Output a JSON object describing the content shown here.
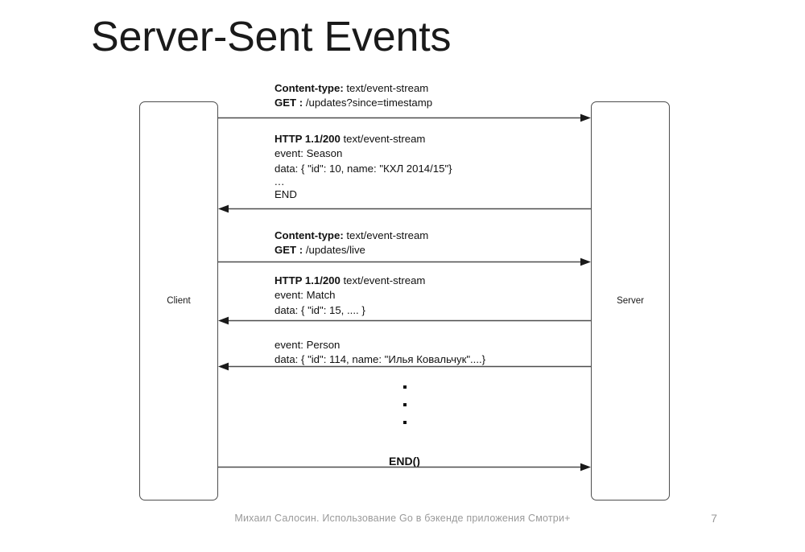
{
  "slide": {
    "title": "Server-Sent Events",
    "page_number": "7",
    "footer": "Михаил Салосин.  Использование Go в бэкенде приложения  Смотри+",
    "colors": {
      "background": "#ffffff",
      "line": "#4d4d4d",
      "text": "#111111",
      "footer_text": "#9a9a9a",
      "title_text": "#1a1a1a"
    }
  },
  "diagram": {
    "type": "sequence-diagram",
    "participants": [
      {
        "id": "client",
        "label": "Client"
      },
      {
        "id": "server",
        "label": "Server"
      }
    ],
    "messages": [
      {
        "id": "msg-1",
        "direction": "client-to-server",
        "lines": [
          {
            "bold": "Content-type:",
            "rest": " text/event-stream"
          },
          {
            "bold": "GET :",
            "rest": " /updates?since=timestamp"
          }
        ]
      },
      {
        "id": "msg-2",
        "direction": "server-to-client",
        "lines": [
          {
            "bold": "HTTP 1.1/200",
            "rest": " text/event-stream"
          },
          {
            "bold": "",
            "rest": "event: Season"
          },
          {
            "bold": "",
            "rest": "data: { \"id\": 10, name: \"КХЛ 2014/15\"}"
          },
          {
            "bold": "",
            "rest": "..."
          },
          {
            "bold": "",
            "rest": "END"
          }
        ]
      },
      {
        "id": "msg-3",
        "direction": "client-to-server",
        "lines": [
          {
            "bold": "Content-type:",
            "rest": " text/event-stream"
          },
          {
            "bold": "GET :",
            "rest": " /updates/live"
          }
        ]
      },
      {
        "id": "msg-4",
        "direction": "server-to-client",
        "lines": [
          {
            "bold": "HTTP 1.1/200",
            "rest": " text/event-stream"
          },
          {
            "bold": "",
            "rest": "event: Match"
          },
          {
            "bold": "",
            "rest": "data: { \"id\": 15, .... }"
          }
        ]
      },
      {
        "id": "msg-5",
        "direction": "server-to-client",
        "lines": [
          {
            "bold": "",
            "rest": "event: Person"
          },
          {
            "bold": "",
            "rest": "data: { \"id\": 114, name: \"Илья Ковальчук\"....}"
          }
        ]
      },
      {
        "id": "msg-6",
        "direction": "client-to-server",
        "center_label": "END()"
      }
    ],
    "ellipsis_dots": 3
  },
  "text": {
    "msg1_line1_bold": "Content-type:",
    "msg1_line1_rest": " text/event-stream",
    "msg1_line2_bold": "GET :",
    "msg1_line2_rest": " /updates?since=timestamp",
    "msg2_line1_bold": "HTTP 1.1/200",
    "msg2_line1_rest": " text/event-stream",
    "msg2_line2": "event: Season",
    "msg2_line3": "data: { \"id\": 10, name: \"КХЛ 2014/15\"}",
    "msg2_line4": "...",
    "msg2_line5": "END",
    "msg3_line1_bold": "Content-type:",
    "msg3_line1_rest": " text/event-stream",
    "msg3_line2_bold": "GET :",
    "msg3_line2_rest": " /updates/live",
    "msg4_line1_bold": "HTTP 1.1/200",
    "msg4_line1_rest": " text/event-stream",
    "msg4_line2": "event: Match",
    "msg4_line3": "data: { \"id\": 15, .... }",
    "msg5_line1": "event: Person",
    "msg5_line2": "data: { \"id\": 114, name: \"Илья Ковальчук\"....}",
    "msg6_label": "END()"
  }
}
